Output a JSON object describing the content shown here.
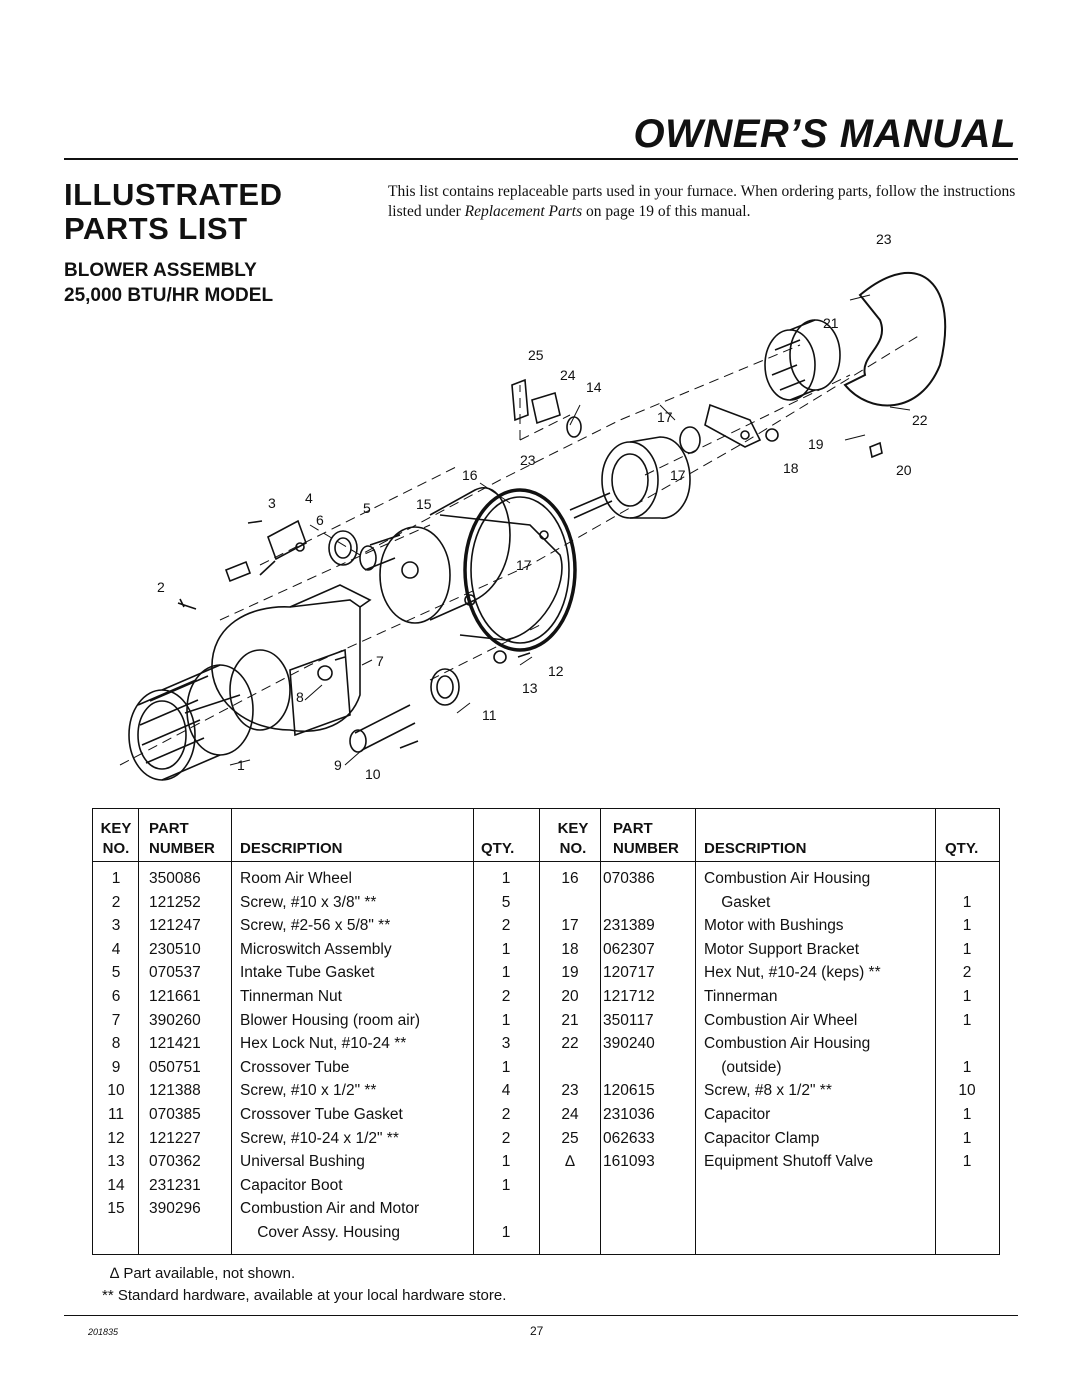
{
  "header": {
    "manual_title": "OWNER’S MANUAL"
  },
  "section": {
    "title_line1": "ILLUSTRATED",
    "title_line2": "PARTS LIST",
    "subtitle_line1": "BLOWER ASSEMBLY",
    "subtitle_line2": "25,000 BTU/HR MODEL"
  },
  "intro": {
    "before": "This list contains replaceable parts used in your furnace. When ordering parts, follow the instructions listed under ",
    "emphasis": "Replacement Parts",
    "after": " on page 19 of this manual."
  },
  "diagram": {
    "callouts": [
      "1",
      "2",
      "3",
      "4",
      "5",
      "6",
      "7",
      "8",
      "9",
      "10",
      "11",
      "12",
      "13",
      "14",
      "15",
      "16",
      "17",
      "17",
      "17",
      "18",
      "19",
      "20",
      "21",
      "22",
      "23",
      "23",
      "24",
      "25"
    ]
  },
  "table": {
    "headers": {
      "key_line1": "KEY",
      "key_line2": "NO.",
      "part_line1": "PART",
      "part_line2": "NUMBER",
      "description": "DESCRIPTION",
      "qty": "QTY."
    },
    "left_rows": [
      {
        "key": "1",
        "part": "350086",
        "desc": "Room Air Wheel",
        "qty": "1"
      },
      {
        "key": "2",
        "part": "121252",
        "desc": "Screw, #10 x 3/8\" **",
        "qty": "5"
      },
      {
        "key": "3",
        "part": "121247",
        "desc": "Screw, #2-56 x 5/8\" **",
        "qty": "2"
      },
      {
        "key": "4",
        "part": "230510",
        "desc": "Microswitch Assembly",
        "qty": "1"
      },
      {
        "key": "5",
        "part": "070537",
        "desc": "Intake Tube Gasket",
        "qty": "1"
      },
      {
        "key": "6",
        "part": "121661",
        "desc": "Tinnerman Nut",
        "qty": "2"
      },
      {
        "key": "7",
        "part": "390260",
        "desc": "Blower Housing (room air)",
        "qty": "1"
      },
      {
        "key": "8",
        "part": "121421",
        "desc": "Hex Lock Nut, #10-24 **",
        "qty": "3"
      },
      {
        "key": "9",
        "part": "050751",
        "desc": "Crossover Tube",
        "qty": "1"
      },
      {
        "key": "10",
        "part": "121388",
        "desc": "Screw, #10 x 1/2\" **",
        "qty": "4"
      },
      {
        "key": "11",
        "part": "070385",
        "desc": "Crossover Tube Gasket",
        "qty": "2"
      },
      {
        "key": "12",
        "part": "121227",
        "desc": "Screw, #10-24 x 1/2\" **",
        "qty": "2"
      },
      {
        "key": "13",
        "part": "070362",
        "desc": "Universal Bushing",
        "qty": "1"
      },
      {
        "key": "14",
        "part": "231231",
        "desc": "Capacitor Boot",
        "qty": "1"
      },
      {
        "key": "15",
        "part": "390296",
        "desc": "Combustion Air and Motor",
        "qty": ""
      },
      {
        "key": "",
        "part": "",
        "desc": "    Cover Assy. Housing",
        "qty": "1"
      }
    ],
    "right_rows": [
      {
        "key": "16",
        "part": "070386",
        "desc": "Combustion Air Housing",
        "qty": ""
      },
      {
        "key": "",
        "part": "",
        "desc": "    Gasket",
        "qty": "1"
      },
      {
        "key": "17",
        "part": "231389",
        "desc": "Motor with Bushings",
        "qty": "1"
      },
      {
        "key": "18",
        "part": "062307",
        "desc": "Motor Support Bracket",
        "qty": "1"
      },
      {
        "key": "19",
        "part": "120717",
        "desc": "Hex Nut, #10-24 (keps) **",
        "qty": "2"
      },
      {
        "key": "20",
        "part": "121712",
        "desc": "Tinnerman",
        "qty": "1"
      },
      {
        "key": "21",
        "part": "350117",
        "desc": "Combustion Air Wheel",
        "qty": "1"
      },
      {
        "key": "22",
        "part": "390240",
        "desc": "Combustion Air Housing",
        "qty": ""
      },
      {
        "key": "",
        "part": "",
        "desc": "    (outside)",
        "qty": "1"
      },
      {
        "key": "23",
        "part": "120615",
        "desc": "Screw, #8 x 1/2\" **",
        "qty": "10"
      },
      {
        "key": "24",
        "part": "231036",
        "desc": "Capacitor",
        "qty": "1"
      },
      {
        "key": "25",
        "part": "062633",
        "desc": "Capacitor Clamp",
        "qty": "1"
      },
      {
        "key": "∆",
        "part": "161093",
        "desc": "Equipment Shutoff Valve",
        "qty": "1"
      }
    ]
  },
  "notes": {
    "delta_note": "∆ Part available, not shown.",
    "hardware_note": "** Standard hardware, available at your local hardware store."
  },
  "footer": {
    "doc_number": "201835",
    "page_number": "27"
  }
}
